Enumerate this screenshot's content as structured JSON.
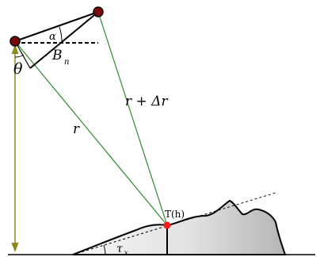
{
  "labels": {
    "alpha": "α",
    "baseline_B": "B",
    "baseline_sub": "n",
    "theta": "θ",
    "slant_range_1": "r",
    "slant_range_2": "r + Δr",
    "target": "T(h)",
    "slope_tau": "τ",
    "slope_sub": "x"
  },
  "colors": {
    "line_of_sight": "#2e8b2e",
    "height_arrow": "#8b8b1a",
    "antenna_fill": "#7a0a0a",
    "target_point": "#ff1a1a",
    "terrain_fill_light": "#f4f4f4",
    "terrain_fill_dark": "#b8b8b8"
  }
}
